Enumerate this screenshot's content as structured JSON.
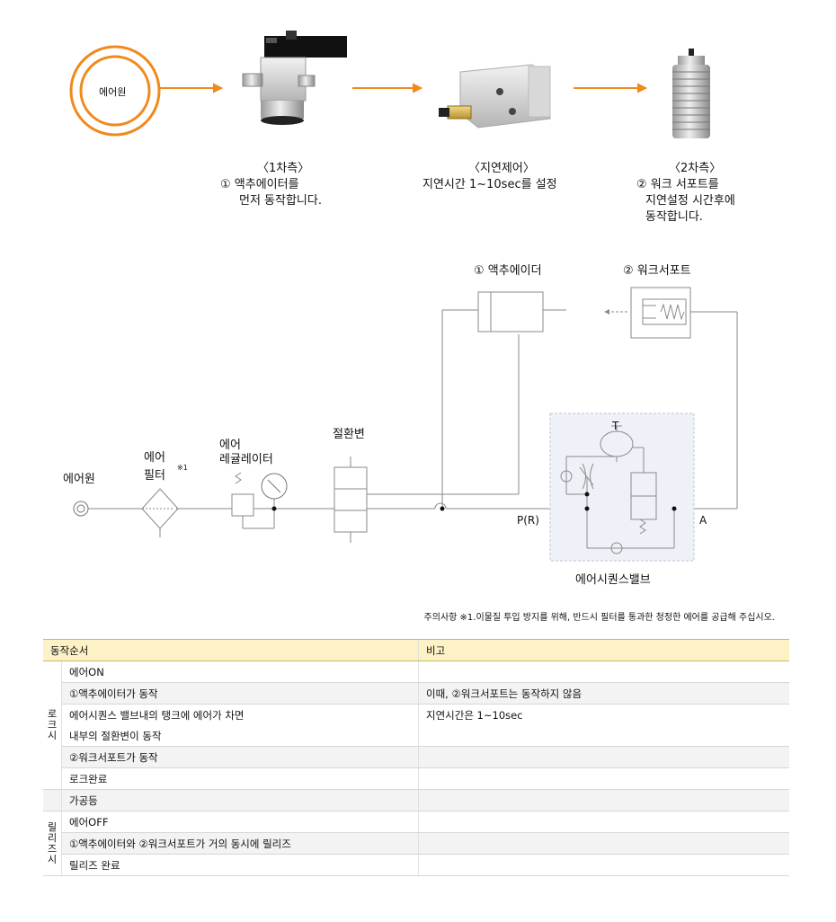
{
  "top_flow": {
    "air_source_label": "에어원",
    "stage1": {
      "title": "〈1차측〉",
      "line1": "① 액추에이터를",
      "line2": "먼저 동작합니다."
    },
    "stage2": {
      "title": "〈지연제어〉",
      "line1": "지연시간 1~10sec를 설정"
    },
    "stage3": {
      "title": "〈2차측〉",
      "line1": "② 워크 서포트를",
      "line2": "지연설정 시간후에",
      "line3": "동작합니다."
    }
  },
  "schematic": {
    "air_source": "에어원",
    "filter_line1": "에어",
    "filter_line2": "필터",
    "filter_note": "※1",
    "regulator_line1": "에어",
    "regulator_line2": "레귤레이터",
    "switch_valve": "절환변",
    "actuator": "① 액추에이더",
    "work_support": "② 워크서포트",
    "tank_label": "T",
    "port_pr": "P(R)",
    "port_a": "A",
    "sequence_valve": "에어시퀀스밸브"
  },
  "note": "주의사항 ※1.이물질 투입 방지를 위해, 반드시 필터를 통과한 청정한 에어를 공급해 주십시오.",
  "table": {
    "header_step": "동작순서",
    "header_remark": "비고",
    "lock_group": [
      "로",
      "크",
      "시"
    ],
    "release_group": [
      "릴",
      "리",
      "즈",
      "시"
    ],
    "rows": [
      {
        "step": "에어ON",
        "remark": ""
      },
      {
        "step": "①액추에이터가 동작",
        "remark": "이때, ②워크서포트는 동작하지 않음"
      },
      {
        "step": "에어시퀀스 밸브내의 탱크에 에어가 차면",
        "remark": "지연시간은 1~10sec"
      },
      {
        "step": "내부의 절환변이 동작",
        "remark": ""
      },
      {
        "step": "②워크서포트가 동작",
        "remark": ""
      },
      {
        "step": "로크완료",
        "remark": ""
      },
      {
        "step": "가공등",
        "remark": ""
      },
      {
        "step": "에어OFF",
        "remark": ""
      },
      {
        "step": "①액추에이터와 ②워크서포트가 거의 동시에 릴리즈",
        "remark": ""
      },
      {
        "step": "릴리즈 완료",
        "remark": ""
      }
    ]
  },
  "colors": {
    "accent_orange": "#f08a1c",
    "header_bg": "#fdf1c6",
    "line_gray": "#8a8a8a",
    "dashed_box": "#dce4ef"
  }
}
